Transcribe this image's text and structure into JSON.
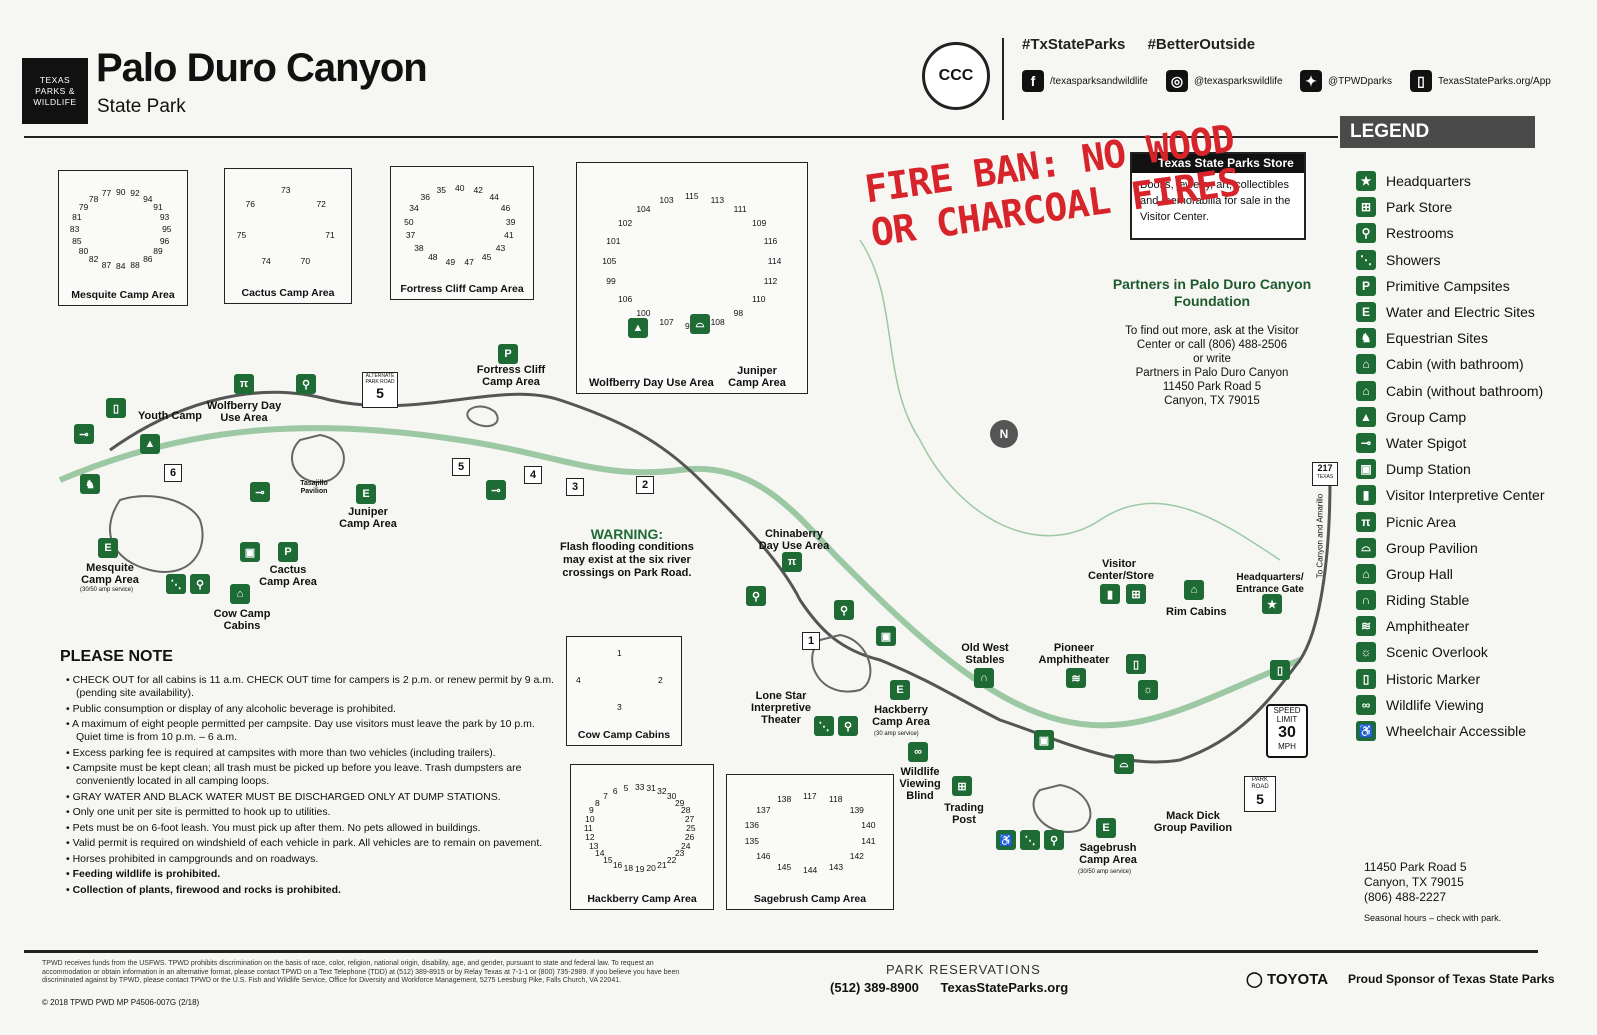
{
  "header": {
    "logo_lines": [
      "TEXAS",
      "PARKS &",
      "WILDLIFE"
    ],
    "title": "Palo Duro Canyon",
    "subtitle": "State Park",
    "seal_text": "CCC",
    "hashtags": [
      "#TxStateParks",
      "#BetterOutside"
    ],
    "social": [
      {
        "icon": "facebook-icon",
        "glyph": "f",
        "handle": "/texasparksandwildlife"
      },
      {
        "icon": "instagram-icon",
        "glyph": "◎",
        "handle": "@texasparkswildlife"
      },
      {
        "icon": "twitter-icon",
        "glyph": "✦",
        "handle": "@TPWDparks"
      },
      {
        "icon": "phone-icon",
        "glyph": "▯",
        "handle": "TexasStateParks.org/App"
      }
    ]
  },
  "legend": {
    "title": "LEGEND",
    "items": [
      {
        "icon": "star-icon",
        "glyph": "★",
        "label": "Headquarters"
      },
      {
        "icon": "gift-icon",
        "glyph": "⊞",
        "label": "Park Store"
      },
      {
        "icon": "restroom-icon",
        "glyph": "⚲",
        "label": "Restrooms"
      },
      {
        "icon": "shower-icon",
        "glyph": "⋱",
        "label": "Showers"
      },
      {
        "icon": "primitive-camp-icon",
        "glyph": "P",
        "label": "Primitive Campsites"
      },
      {
        "icon": "electric-site-icon",
        "glyph": "E",
        "label": "Water and Electric Sites"
      },
      {
        "icon": "horse-icon",
        "glyph": "♞",
        "label": "Equestrian Sites"
      },
      {
        "icon": "cabin-bath-icon",
        "glyph": "⌂",
        "label": "Cabin (with bathroom)"
      },
      {
        "icon": "cabin-icon",
        "glyph": "⌂",
        "label": "Cabin (without bathroom)"
      },
      {
        "icon": "group-camp-icon",
        "glyph": "▲",
        "label": "Group Camp"
      },
      {
        "icon": "water-spigot-icon",
        "glyph": "⊸",
        "label": "Water Spigot"
      },
      {
        "icon": "dump-station-icon",
        "glyph": "▣",
        "label": "Dump Station"
      },
      {
        "icon": "interpretive-icon",
        "glyph": "▮",
        "label": "Visitor Interpretive Center"
      },
      {
        "icon": "picnic-icon",
        "glyph": "π",
        "label": "Picnic Area"
      },
      {
        "icon": "pavilion-icon",
        "glyph": "⌓",
        "label": "Group Pavilion"
      },
      {
        "icon": "group-hall-icon",
        "glyph": "⌂",
        "label": "Group Hall"
      },
      {
        "icon": "riding-stable-icon",
        "glyph": "∩",
        "label": "Riding Stable"
      },
      {
        "icon": "amphitheater-icon",
        "glyph": "≋",
        "label": "Amphitheater"
      },
      {
        "icon": "scenic-overlook-icon",
        "glyph": "☼",
        "label": "Scenic Overlook"
      },
      {
        "icon": "historic-marker-icon",
        "glyph": "▯",
        "label": "Historic Marker"
      },
      {
        "icon": "binoculars-icon",
        "glyph": "∞",
        "label": "Wildlife Viewing"
      },
      {
        "icon": "wheelchair-icon",
        "glyph": "♿",
        "label": "Wheelchair Accessible"
      }
    ]
  },
  "insets": [
    {
      "caption": "Mesquite Camp Area",
      "sites": [
        "90",
        "92",
        "94",
        "91",
        "93",
        "95",
        "96",
        "89",
        "86",
        "88",
        "84",
        "87",
        "82",
        "80",
        "85",
        "83",
        "81",
        "79",
        "78",
        "77"
      ]
    },
    {
      "caption": "Cactus Camp Area",
      "sites": [
        "73",
        "72",
        "71",
        "70",
        "74",
        "75",
        "76"
      ]
    },
    {
      "caption": "Fortress Cliff Camp Area",
      "sites": [
        "40",
        "42",
        "44",
        "46",
        "39",
        "41",
        "43",
        "45",
        "47",
        "49",
        "48",
        "38",
        "37",
        "50",
        "34",
        "36",
        "35"
      ]
    },
    {
      "caption": "Wolfberry Day Use Area",
      "sites": [
        "115",
        "113",
        "111",
        "109",
        "116",
        "114",
        "112",
        "110",
        "98",
        "108",
        "97",
        "107",
        "100",
        "106",
        "99",
        "105",
        "101",
        "102",
        "104",
        "103"
      ]
    },
    {
      "caption": "Juniper Camp Area",
      "sites": []
    },
    {
      "caption": "Cow Camp Cabins",
      "sites": [
        "1",
        "2",
        "3",
        "4"
      ]
    },
    {
      "caption": "Hackberry Camp Area",
      "sites": [
        "33",
        "31",
        "32",
        "30",
        "29",
        "28",
        "27",
        "25",
        "26",
        "24",
        "23",
        "22",
        "21",
        "20",
        "19",
        "18",
        "16",
        "15",
        "14",
        "13",
        "12",
        "11",
        "10",
        "9",
        "8",
        "7",
        "6",
        "5"
      ]
    },
    {
      "caption": "Sagebrush Camp Area",
      "sites": [
        "117",
        "118",
        "139",
        "140",
        "141",
        "142",
        "143",
        "144",
        "145",
        "146",
        "135",
        "136",
        "137",
        "138"
      ]
    }
  ],
  "store": {
    "title": "Texas State Parks Store",
    "body": "Books, jewelry, art, collectibles and memorabilia for sale in the Visitor Center."
  },
  "fire_ban": [
    "FIRE BAN: NO WOOD",
    "OR CHARCOAL FIRES"
  ],
  "partners": {
    "title": "Partners in Palo Duro Canyon Foundation",
    "lines": [
      "To find out more, ask at the Visitor",
      "Center or call (806) 488-2506",
      "or write",
      "Partners in Palo Duro Canyon",
      "11450 Park Road 5",
      "Canyon, TX 79015"
    ]
  },
  "map_labels": [
    "Youth Camp",
    "Wolfberry Day Use Area",
    "Fortress Cliff Camp Area",
    "Tasajillo Pavilion",
    "Juniper Camp Area",
    "Mesquite Camp Area",
    "(30/50 amp service)",
    "Cactus Camp Area",
    "Cow Camp Cabins",
    "Chinaberry Day Use Area",
    "Lone Star Interpretive Theater",
    "Hackberry Camp Area",
    "(30 amp service)",
    "Old West Stables",
    "Pioneer Amphitheater",
    "Visitor Center/Store",
    "Rim Cabins",
    "Headquarters/ Entrance Gate",
    "Wildlife Viewing Blind",
    "Trading Post",
    "Mack Dick Group Pavilion",
    "Sagebrush Camp Area",
    "(30/50 amp service)",
    "To Canyon and Amarillo"
  ],
  "road_markers": [
    "6",
    "5",
    "4",
    "3",
    "2",
    "1"
  ],
  "park_road_sign": {
    "top": "ALTERNATE PARK ROAD",
    "num": "5"
  },
  "park_road_sign2": {
    "top": "PARK ROAD",
    "num": "5"
  },
  "highway_sign": {
    "num": "217",
    "state": "TEXAS"
  },
  "speed_limit": {
    "top": "SPEED LIMIT",
    "value": "30",
    "unit": "MPH"
  },
  "compass": "N",
  "warning": {
    "title": "WARNING:",
    "body": [
      "Flash flooding conditions",
      "may exist at the six river",
      "crossings on Park Road."
    ]
  },
  "please_note": {
    "title": "PLEASE NOTE",
    "items": [
      {
        "text": "CHECK OUT for all cabins is 11 a.m. CHECK OUT time for campers is 2 p.m. or renew permit by 9 a.m. (pending site availability).",
        "bold": false
      },
      {
        "text": "Public consumption or display of any alcoholic beverage is prohibited.",
        "bold": false
      },
      {
        "text": "A maximum of eight people permitted per campsite. Day use visitors must leave the park by 10 p.m. Quiet time is from 10 p.m. – 6 a.m.",
        "bold": false
      },
      {
        "text": "Excess parking fee is required at campsites with more than two vehicles (including trailers).",
        "bold": false
      },
      {
        "text": "Campsite must be kept clean; all trash must be picked up before you leave. Trash dumpsters are conveniently located in all camping loops.",
        "bold": false
      },
      {
        "text": "GRAY WATER AND BLACK WATER MUST BE DISCHARGED ONLY AT DUMP STATIONS.",
        "bold": false
      },
      {
        "text": "Only one unit per site is permitted to hook up to utilities.",
        "bold": false
      },
      {
        "text": "Pets must be on 6-foot leash. You must pick up after them. No pets allowed in buildings.",
        "bold": false
      },
      {
        "text": "Valid permit is required on windshield of each vehicle in park. All vehicles are to remain on pavement.",
        "bold": false
      },
      {
        "text": "Horses prohibited in campgrounds and on roadways.",
        "bold": false
      },
      {
        "text": "Feeding wildlife is prohibited.",
        "bold": true
      },
      {
        "text": "Collection of plants, firewood and rocks is prohibited.",
        "bold": true
      }
    ]
  },
  "address": {
    "lines": [
      "11450 Park Road 5",
      "Canyon, TX 79015",
      "(806) 488-2227"
    ],
    "note": "Seasonal hours – check with park."
  },
  "footer": {
    "disclaimer": "TPWD receives funds from the USFWS. TPWD prohibits discrimination on the basis of race, color, religion, national origin, disability, age, and gender, pursuant to state and federal law. To request an accommodation or obtain information in an alternative format, please contact TPWD on a Text Telephone (TDD) at (512) 389-8915 or by Relay Texas at 7-1-1 or (800) 735-2989. If you believe you have been discriminated against by TPWD, please contact TPWD or the U.S. Fish and Wildlife Service, Office for Diversity and Workforce Management, 5275 Leesburg Pike, Falls Church, VA 22041.",
    "copyright": "© 2018 TPWD   PWD MP P4506-007G (2/18)",
    "reservations_title": "PARK RESERVATIONS",
    "reservations_phone": "(512) 389-8900",
    "reservations_url": "TexasStateParks.org",
    "sponsor_brand": "TOYOTA",
    "sponsor_text": "Proud Sponsor of Texas State Parks"
  },
  "colors": {
    "park_green": "#1f6b35",
    "fire_red": "#d6242a",
    "dark": "#111111",
    "legend_bar": "#4a4a4a"
  }
}
